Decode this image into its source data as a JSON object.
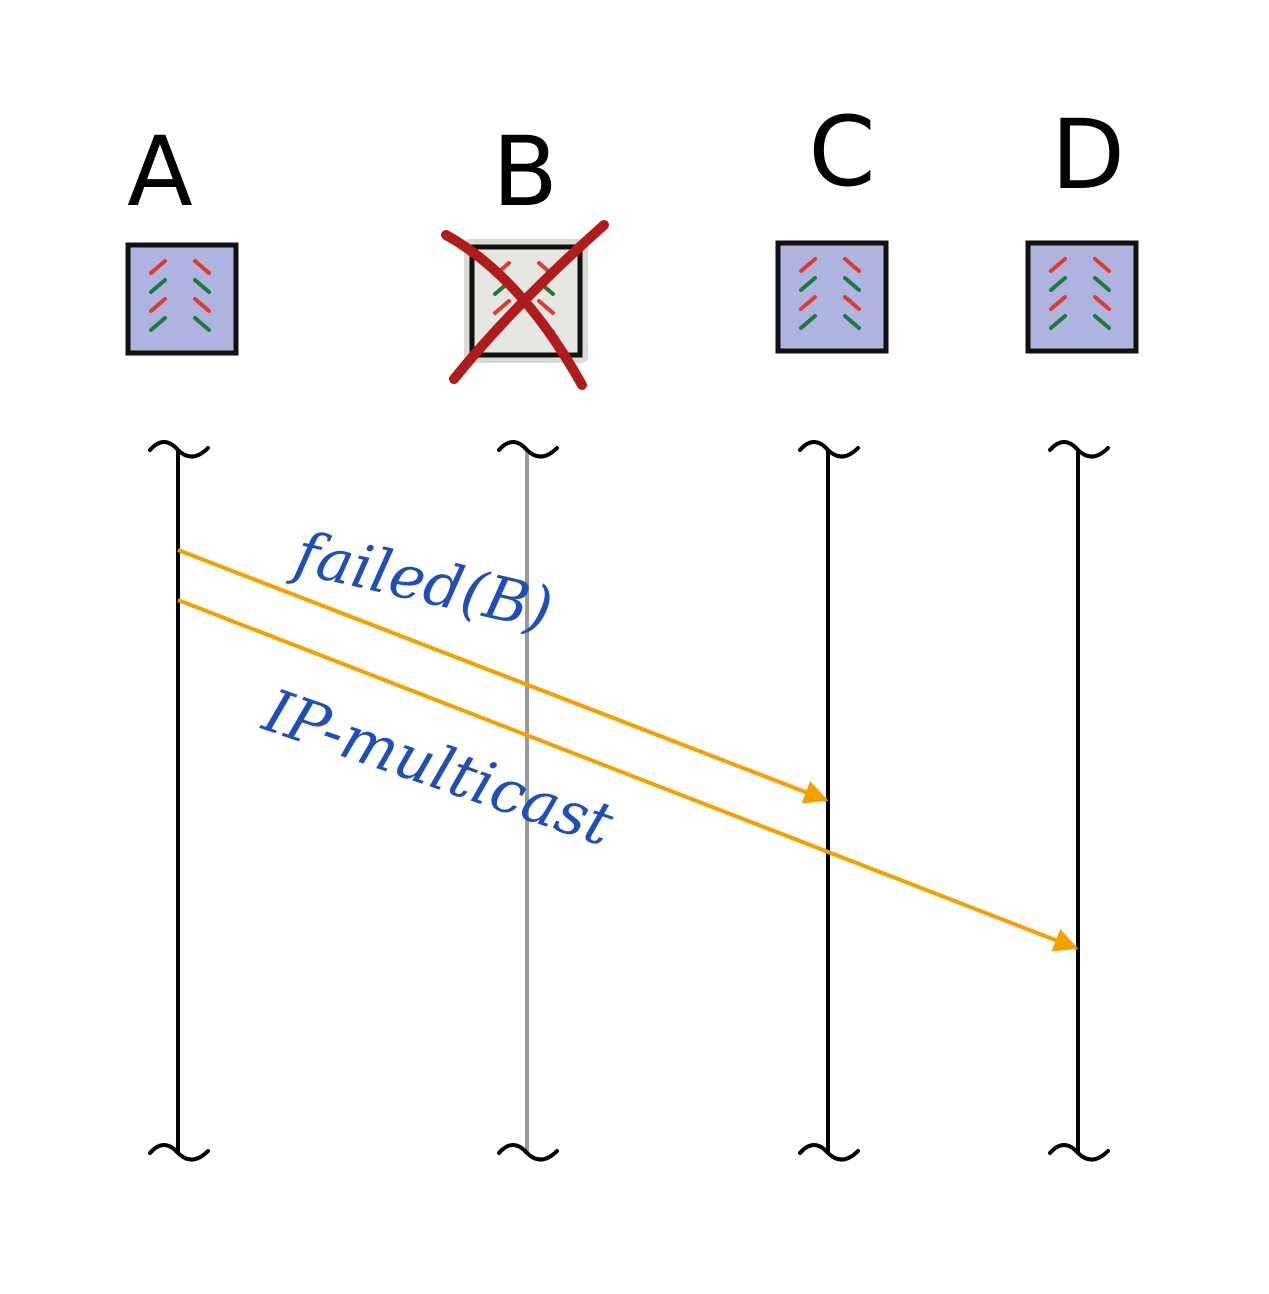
{
  "nodes": [
    {
      "id": "A",
      "label": "A",
      "failed": false
    },
    {
      "id": "B",
      "label": "B",
      "failed": true
    },
    {
      "id": "C",
      "label": "C",
      "failed": false
    },
    {
      "id": "D",
      "label": "D",
      "failed": false
    }
  ],
  "messages": [
    {
      "label": "failed(B)",
      "from": "A",
      "to": "C"
    },
    {
      "label": "IP-multicast",
      "from": "A",
      "to": "D"
    }
  ],
  "colors": {
    "server_fill": "#aeb3df",
    "failed_fill": "#e6e6e3",
    "lifeline": "#000000",
    "failed_lifeline": "#9a9a9a",
    "arrow": "#f5a000",
    "message_text": "#1f4fb4",
    "cross": "#b01c1c",
    "stripe_red": "#e03a2e",
    "stripe_green": "#1e7a3a"
  }
}
